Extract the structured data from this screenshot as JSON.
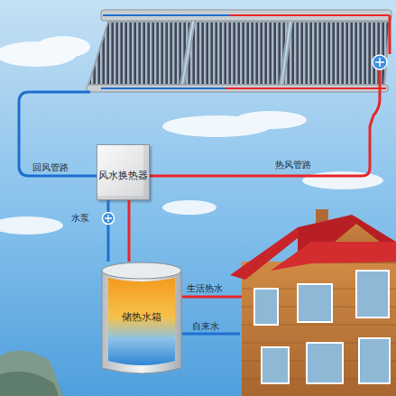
{
  "diagram": {
    "nodes": [
      {
        "text": [
          "风水换热器"
        ]
      },
      {
        "text": [
          "储热水箱"
        ]
      }
    ],
    "edges": [
      {
        "from": 0,
        "to": 1,
        "arrow": "none"
      },
      {
        "from": 1,
        "to": 0,
        "arrow": "none"
      }
    ],
    "labels": [
      "回风管路",
      "热风管路",
      "水泵",
      "生活热水",
      "自来水"
    ]
  }
}
